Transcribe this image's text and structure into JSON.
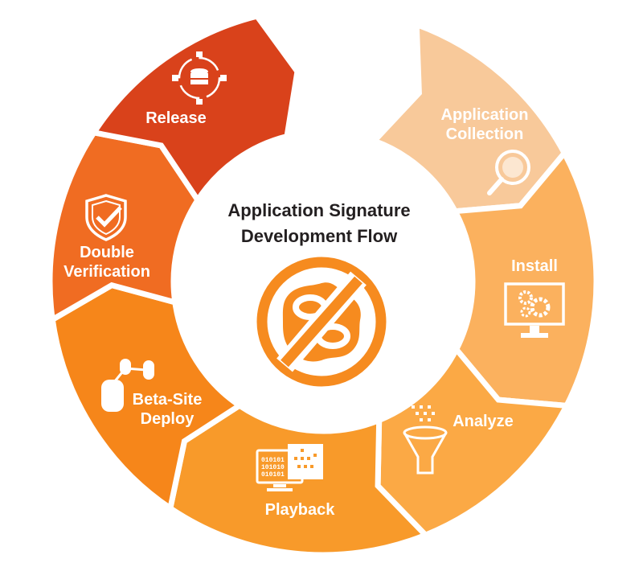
{
  "title": {
    "line1": "Application Signature",
    "line2": "Development Flow"
  },
  "steps": [
    {
      "name": "application-collection",
      "line1": "Application",
      "line2": "Collection",
      "color": "#F8C99A",
      "icon": "search-globe-icon"
    },
    {
      "name": "install",
      "line1": "Install",
      "color": "#FBB15E",
      "icon": "monitor-gears-icon"
    },
    {
      "name": "analyze",
      "line1": "Analyze",
      "color": "#FBA945",
      "icon": "funnel-icon"
    },
    {
      "name": "playback",
      "line1": "Playback",
      "color": "#F89A2A",
      "icon": "binary-monitor-icon"
    },
    {
      "name": "beta-site-deploy",
      "line1": "Beta-Site",
      "line2": "Deploy",
      "color": "#F6861A",
      "icon": "database-nodes-icon"
    },
    {
      "name": "double-verification",
      "line1": "Double",
      "line2": "Verification",
      "color": "#F06C22",
      "icon": "shield-check-icon"
    },
    {
      "name": "release",
      "line1": "Release",
      "color": "#D9421B",
      "icon": "database-arrows-icon"
    }
  ],
  "center_icon": {
    "name": "prohibited-app-icon",
    "color": "#F68B1F"
  }
}
